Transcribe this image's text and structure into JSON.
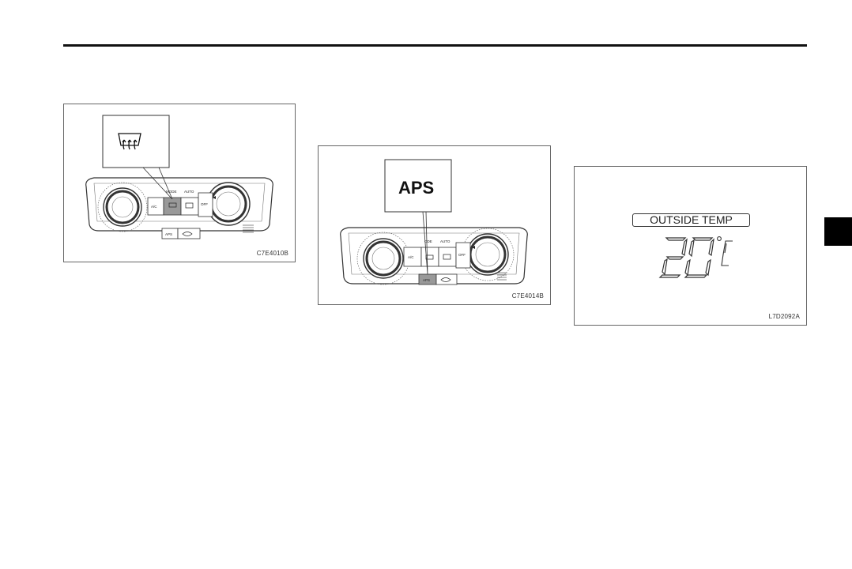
{
  "figures": [
    {
      "code": "C7E4010B",
      "callout_icon": "defroster-icon",
      "panel": {
        "mode_label": "MODE",
        "auto_label": "AUTO",
        "ac_label": "A/C",
        "off_label": "OFF",
        "aps_label": "APS"
      }
    },
    {
      "code": "C7E4014B",
      "callout_text": "APS",
      "panel": {
        "mode_label": "ODE",
        "auto_label": "AUTO",
        "ac_label": "A/C",
        "off_label": "OFF",
        "aps_label": "APS"
      }
    },
    {
      "code": "L7D2092A",
      "display_label": "OUTSIDE TEMP",
      "temperature_digits": "20",
      "temperature_unit_icon": "degree-c-icon"
    }
  ]
}
